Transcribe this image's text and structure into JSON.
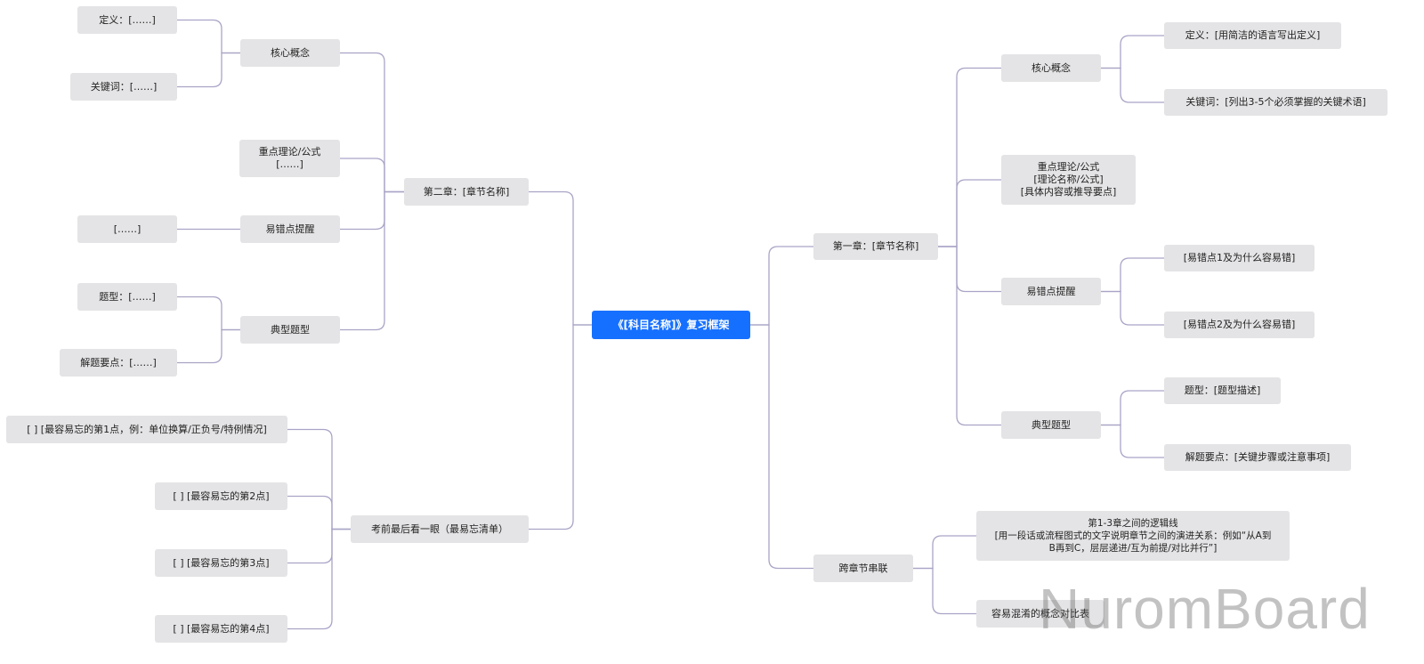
{
  "mindmap": {
    "root": "《[科目名称]》复习框架",
    "ch1": {
      "title": "第一章：[章节名称]",
      "core": "核心概念",
      "core_def": "定义：[用简洁的语言写出定义]",
      "core_kw": "关键词：[列出3-5个必须掌握的关键术语]",
      "theory": "重点理论/公式\n[理论名称/公式]\n[具体内容或推导要点]",
      "mistakes": "易错点提醒",
      "mistake1": "[易错点1及为什么容易错]",
      "mistake2": "[易错点2及为什么容易错]",
      "typical": "典型题型",
      "typical_type": "题型：[题型描述]",
      "typical_key": "解题要点：[关键步骤或注意事项]"
    },
    "cross": {
      "title": "跨章节串联",
      "logic": "第1-3章之间的逻辑线\n[用一段话或流程图式的文字说明章节之间的演进关系：例如“从A到\nB再到C，层层递进/互为前提/对比并行”]",
      "compare": "容易混淆的概念对比表"
    },
    "ch2": {
      "title": "第二章：[章节名称]",
      "core": "核心概念",
      "core_def": "定义：[……]",
      "core_kw": "关键词：[……]",
      "theory": "重点理论/公式\n[……]",
      "mistakes": "易错点提醒",
      "mistake1": "[……]",
      "typical": "典型题型",
      "typical_type": "题型：[……]",
      "typical_key": "解题要点：[……]"
    },
    "final": {
      "title": "考前最后看一眼（最易忘清单）",
      "item1": "[ ] [最容易忘的第1点，例：单位换算/正负号/特例情况]",
      "item2": "[ ] [最容易忘的第2点]",
      "item3": "[ ] [最容易忘的第3点]",
      "item4": "[ ] [最容易忘的第4点]"
    }
  },
  "watermark": "NuromBoard",
  "colors": {
    "root_fill": "#1670ff",
    "node_fill": "#e4e4e6",
    "connector": "#a9a4c6"
  }
}
